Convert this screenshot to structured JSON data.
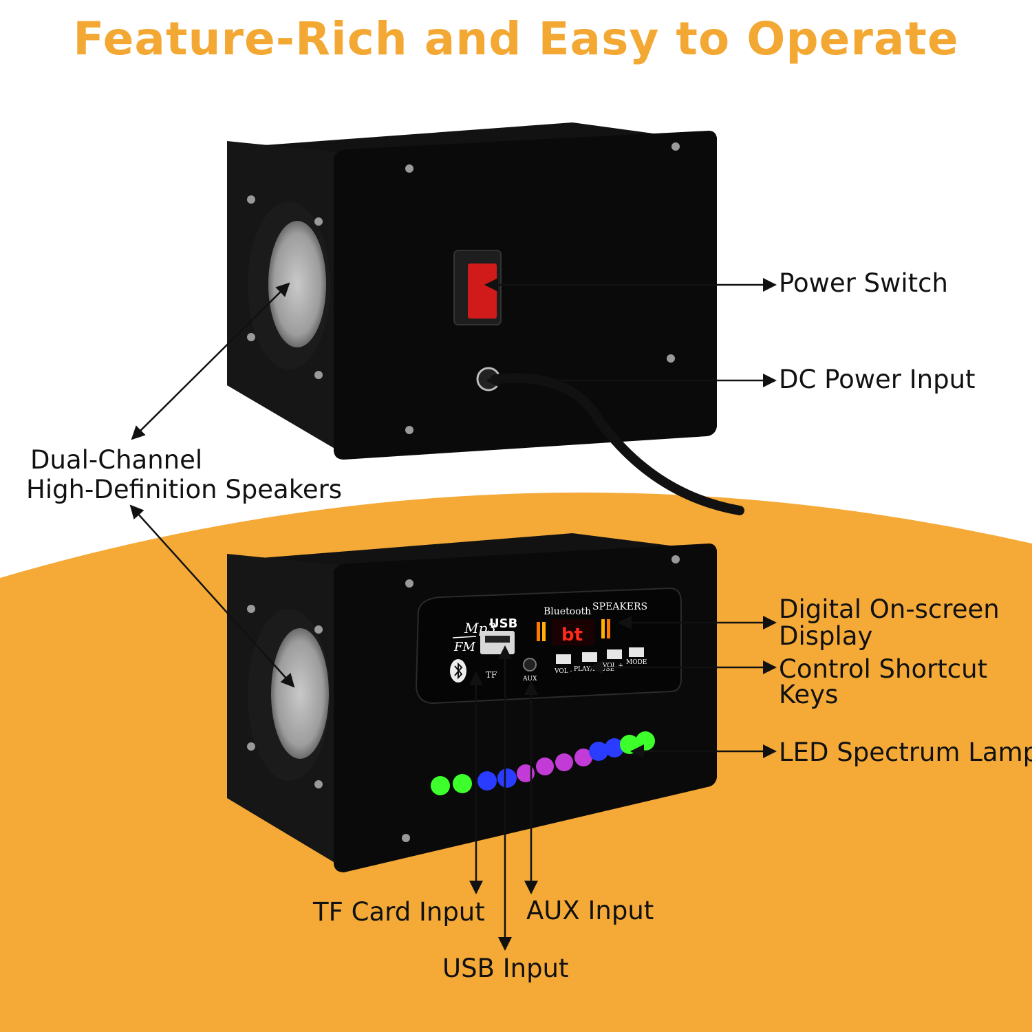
{
  "title": "Feature-Rich and Easy to Operate",
  "colors": {
    "title": "#F3A833",
    "accent_band": "#F5AA38",
    "device_body": "#0b0b0b",
    "switch": "#d11a1a",
    "arrow": "#111111"
  },
  "callouts": {
    "power_switch": "Power Switch",
    "dc_power_input": "DC Power Input",
    "speakers_line1": "Dual-Channel",
    "speakers_line2": "High-Definition Speakers",
    "display_line1": "Digital On-screen",
    "display_line2": "Display",
    "controls_line1": "Control Shortcut",
    "controls_line2": "Keys",
    "led": "LED Spectrum Lamp",
    "tf": "TF Card Input",
    "aux": "AUX Input",
    "usb": "USB Input"
  },
  "panel_labels": {
    "mp3": "Mp3",
    "fm": "FM",
    "usb": "USB",
    "tf": "TF",
    "aux": "AUX",
    "bluetooth": "Bluetooth",
    "speakers": "SPEAKERS",
    "display": "bt",
    "key1": "VOL -",
    "key2": "PLAY/PAUSE",
    "key3": "VOL +",
    "key4": "MODE"
  },
  "icons": {
    "bluetooth": "bluetooth-icon",
    "arrow": "double-arrow-icon"
  }
}
